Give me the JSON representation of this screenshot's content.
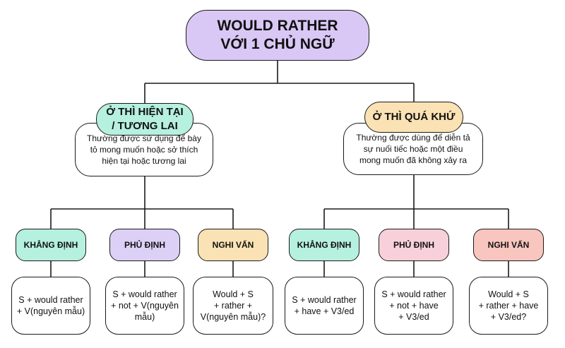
{
  "title": {
    "line1": "WOULD RATHER",
    "line2": "VỚI 1 CHỦ NGỮ"
  },
  "branches": [
    {
      "label_line1": "Ở THÌ HIỆN TẠI",
      "label_line2": "/ TƯƠNG LAI",
      "color": "#b6f0df",
      "desc": [
        "Thường được sử dụng để bày",
        "tỏ mong muốn hoặc sở thích",
        "hiện tại hoặc tương lai"
      ],
      "cats": [
        {
          "label": "KHẲNG ĐỊNH",
          "color": "#b6f0df",
          "form": [
            "S + would rather",
            "+ V(nguyên mẫu)"
          ]
        },
        {
          "label": "PHỦ ĐỊNH",
          "color": "#ddd0f7",
          "form": [
            "S + would rather",
            "+ not + V(nguyên",
            "mẫu)"
          ]
        },
        {
          "label": "NGHI VẤN",
          "color": "#fbe2b4",
          "form": [
            "Would + S",
            "+ rather +",
            "V(nguyên mẫu)?"
          ]
        }
      ]
    },
    {
      "label_line1": "Ở THÌ QUÁ KHỨ",
      "label_line2": "",
      "color": "#fbe2b4",
      "desc": [
        "Thường được dùng để diễn tả",
        "sự nuối tiếc hoặc một điều",
        "mong muốn đã không xảy ra"
      ],
      "cats": [
        {
          "label": "KHẲNG ĐỊNH",
          "color": "#b6f0df",
          "form": [
            "S + would rather",
            "+ have + V3/ed"
          ]
        },
        {
          "label": "PHỦ ĐỊNH",
          "color": "#f8d0da",
          "form": [
            "S + would rather",
            "+ not + have",
            "+ V3/ed"
          ]
        },
        {
          "label": "NGHI VẤN",
          "color": "#f8c5bf",
          "form": [
            "Would + S",
            "+ rather + have",
            "+ V3/ed?"
          ]
        }
      ]
    }
  ]
}
